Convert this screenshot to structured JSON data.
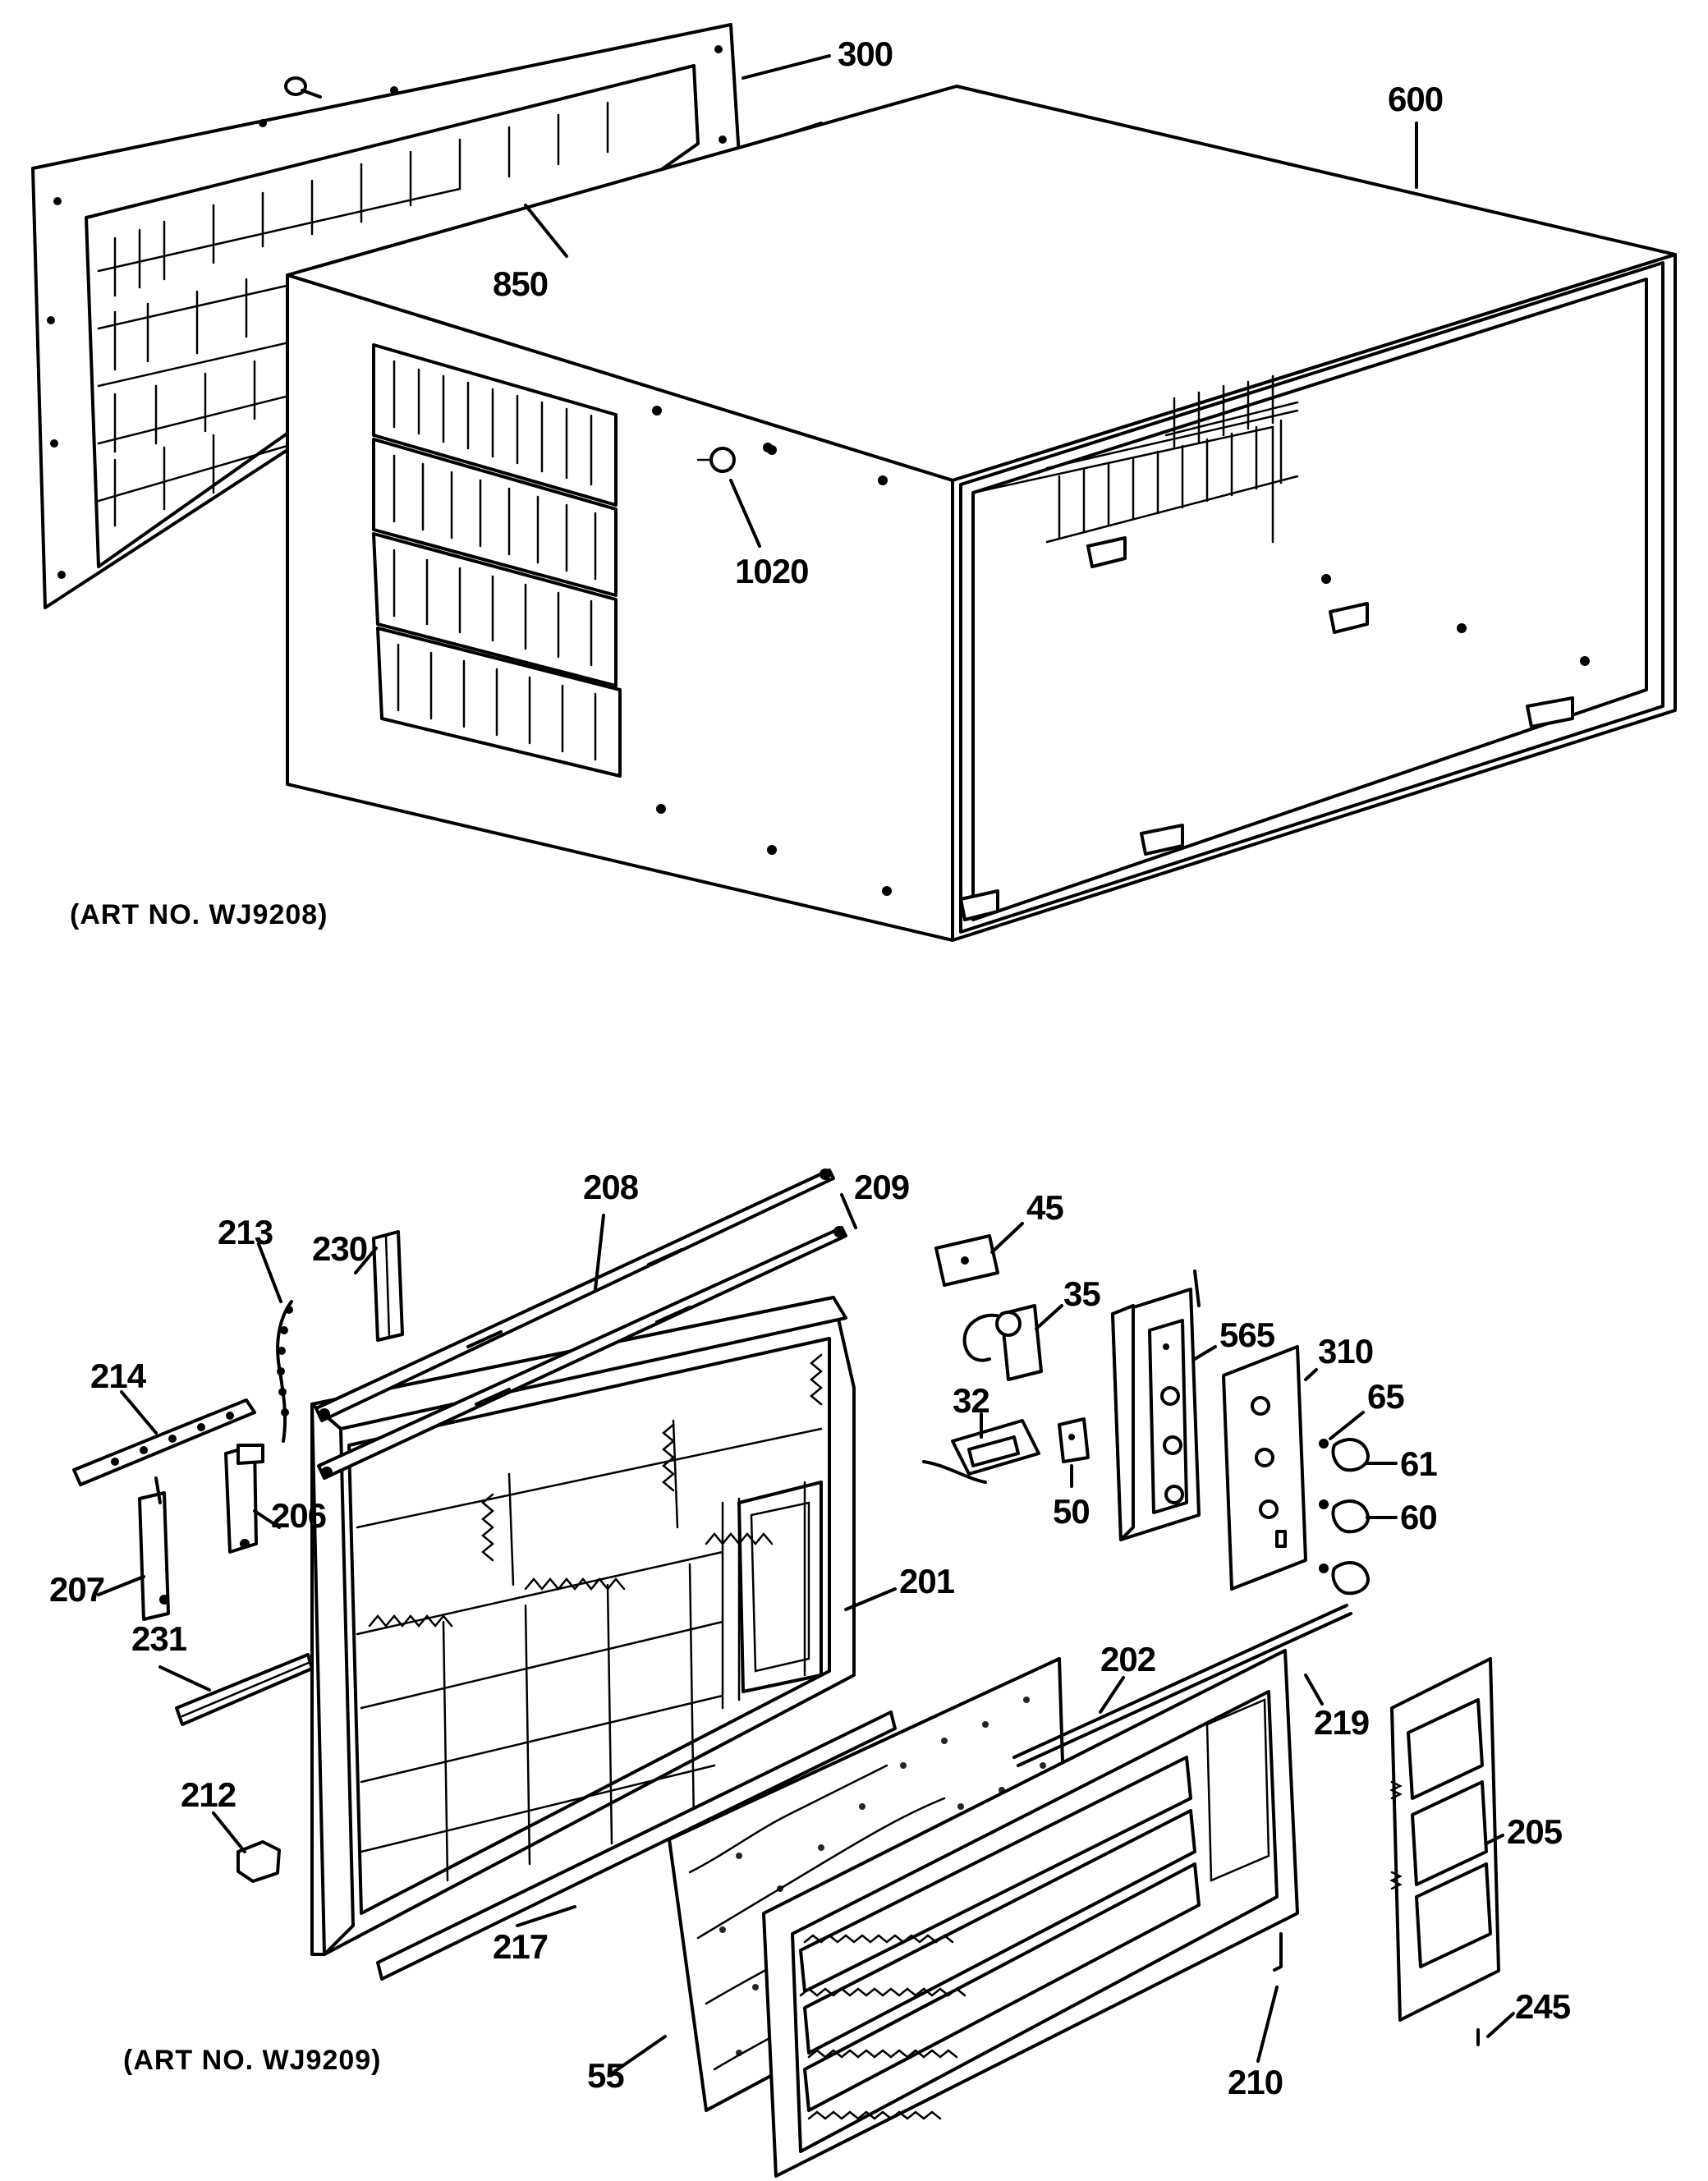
{
  "diagram": {
    "top_assembly": {
      "art_number": "(ART NO. WJ9208)",
      "callouts": [
        "300",
        "600",
        "850",
        "1020"
      ]
    },
    "bottom_assembly": {
      "art_number": "(ART NO. WJ9209)",
      "callouts": [
        "208",
        "209",
        "45",
        "213",
        "230",
        "35",
        "565",
        "310",
        "214",
        "65",
        "32",
        "61",
        "206",
        "50",
        "60",
        "207",
        "201",
        "231",
        "202",
        "219",
        "212",
        "205",
        "217",
        "55",
        "210",
        "245"
      ]
    }
  }
}
